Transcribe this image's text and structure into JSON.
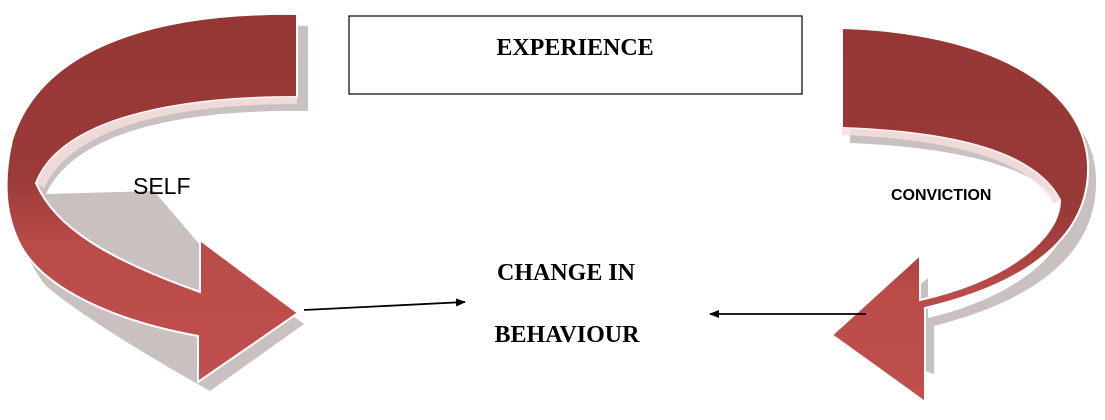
{
  "diagram": {
    "top_box": {
      "label": "EXPERIENCE"
    },
    "left_label": "SELF",
    "right_label": "CONVICTION",
    "center": {
      "line1": "CHANGE IN",
      "line2": "BEHAVIOUR"
    }
  },
  "colors": {
    "arrow_dark": "#953735",
    "arrow_mid": "#a84341",
    "arrow_light": "#c0504d",
    "arrow_edge": "#ffffff",
    "shadow": "#c8bcbc",
    "line": "#000000",
    "text": "#000000"
  }
}
